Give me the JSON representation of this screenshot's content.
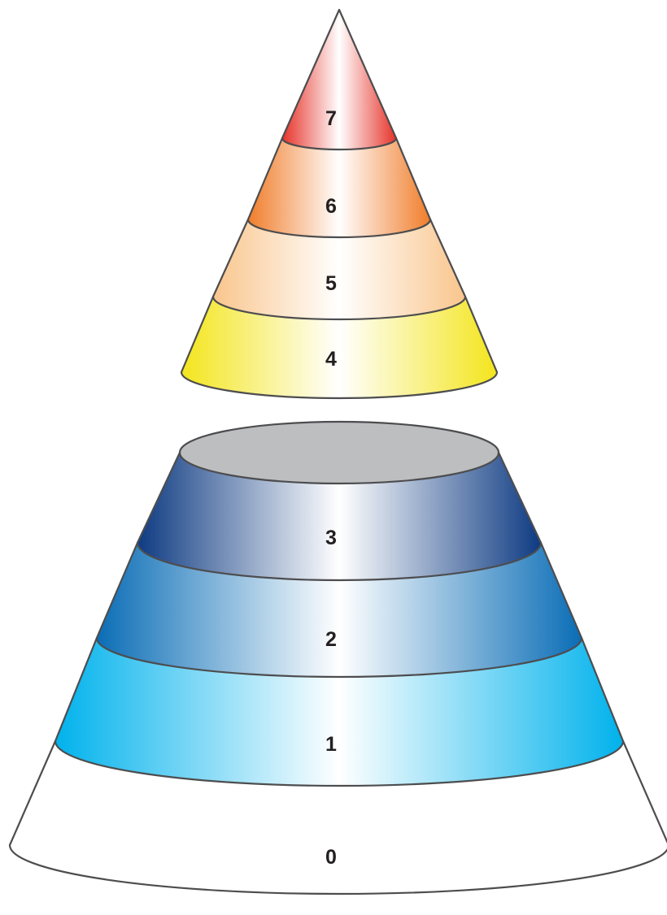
{
  "layers": [
    {
      "label": "0",
      "colors": [
        "#ffffff",
        "#ffffff"
      ]
    },
    {
      "label": "1",
      "colors": [
        "#00b2ec",
        "#ffffff"
      ]
    },
    {
      "label": "2",
      "colors": [
        "#0a6db6",
        "#ffffff"
      ]
    },
    {
      "label": "3",
      "colors": [
        "#0e3b82",
        "#ffffff"
      ]
    },
    {
      "label": "4",
      "colors": [
        "#f3e51c",
        "#ffffff"
      ]
    },
    {
      "label": "5",
      "colors": [
        "#f9c58c",
        "#ffffff"
      ]
    },
    {
      "label": "6",
      "colors": [
        "#f07d2a",
        "#ffffff"
      ]
    },
    {
      "label": "7",
      "colors": [
        "#e6332a",
        "#ffffff"
      ]
    }
  ],
  "top_cap_color": "#bcbec0"
}
